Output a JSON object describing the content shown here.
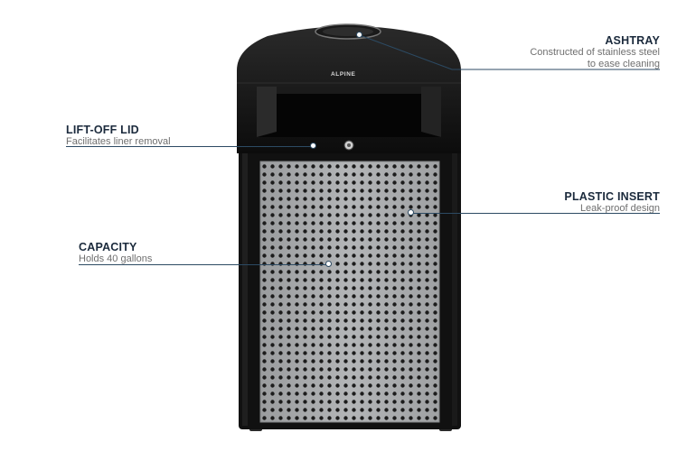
{
  "product": {
    "brand_logo_text": "ALPINE",
    "colors": {
      "body": "#111111",
      "panel": "#a7a9ab",
      "perforation": "#1c1c1c",
      "accent": "#2c4a63"
    }
  },
  "callouts": {
    "ashtray": {
      "title": "ASHTRAY",
      "desc_line1": "Constructed of stainless steel",
      "desc_line2": "to ease cleaning"
    },
    "lift_off_lid": {
      "title": "LIFT-OFF LID",
      "desc": "Facilitates liner removal"
    },
    "plastic_insert": {
      "title": "PLASTIC INSERT",
      "desc": "Leak-proof design"
    },
    "capacity": {
      "title": "CAPACITY",
      "desc": "Holds 40 gallons"
    }
  }
}
